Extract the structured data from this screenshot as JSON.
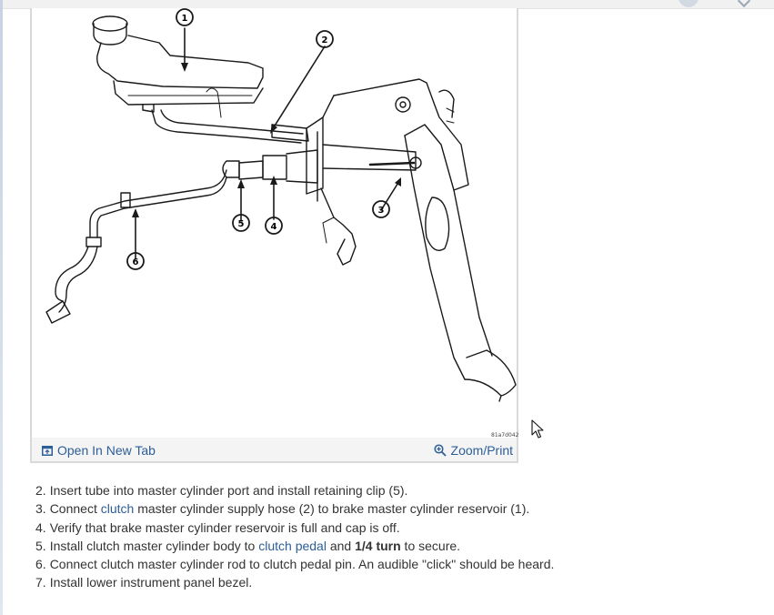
{
  "figure": {
    "callouts": [
      "1",
      "2",
      "3",
      "4",
      "5",
      "6"
    ],
    "code": "81a7d042",
    "open_tab_label": "Open In New Tab",
    "zoom_label": "Zoom/Print",
    "open_tab_icon": "open-new-tab-icon",
    "zoom_icon": "magnifier-plus-icon"
  },
  "steps": [
    {
      "num": "2.",
      "parts": [
        {
          "text": "Insert tube into master cylinder port and install retaining clip (5)."
        }
      ]
    },
    {
      "num": "3.",
      "parts": [
        {
          "text": "Connect "
        },
        {
          "text": "clutch",
          "link": true
        },
        {
          "text": " master cylinder supply hose (2) to brake master cylinder reservoir (1)."
        }
      ]
    },
    {
      "num": "4.",
      "parts": [
        {
          "text": "Verify that brake master cylinder reservoir is full and cap is off."
        }
      ]
    },
    {
      "num": "5.",
      "parts": [
        {
          "text": "Install clutch master cylinder body to "
        },
        {
          "text": "clutch pedal",
          "link": true
        },
        {
          "text": " and "
        },
        {
          "text": "1/4 turn",
          "bold": true
        },
        {
          "text": " to secure."
        }
      ]
    },
    {
      "num": "6.",
      "parts": [
        {
          "text": "Connect clutch master cylinder rod to clutch pedal pin. An audible \"click\" should be heard."
        }
      ]
    },
    {
      "num": "7.",
      "parts": [
        {
          "text": "Install lower instrument panel bezel."
        }
      ]
    }
  ],
  "colors": {
    "link": "#2c5e97",
    "text": "#333333",
    "footer_bg": "#f4f4f4",
    "card_border": "#d9d9d9"
  }
}
